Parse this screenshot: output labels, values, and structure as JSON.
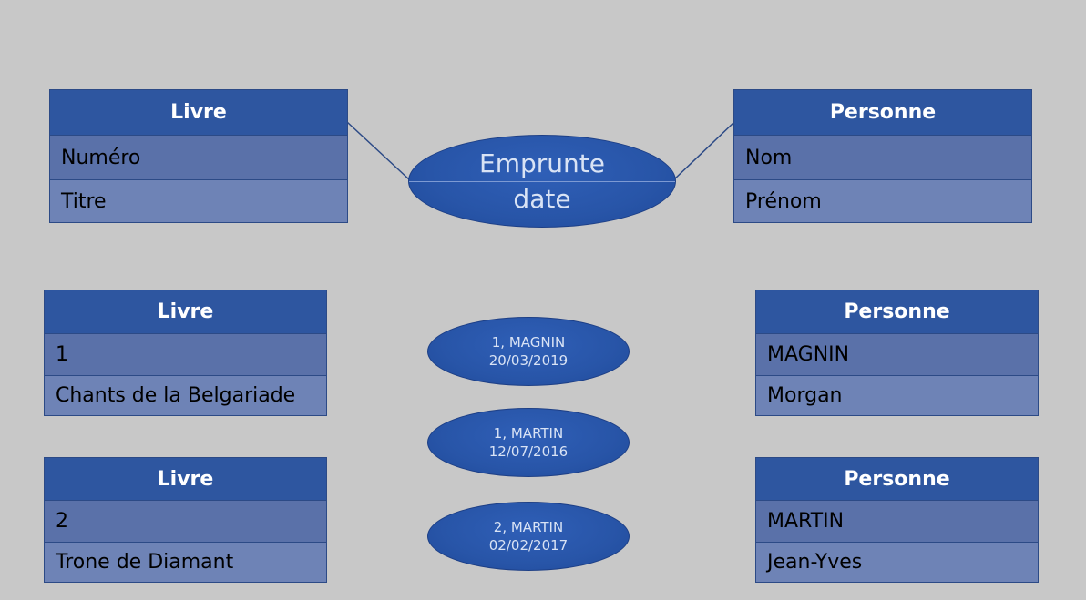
{
  "schema": {
    "livre": {
      "title": "Livre",
      "fields": [
        "Numéro",
        "Titre"
      ]
    },
    "relation": {
      "name": "Emprunte",
      "attribute": "date"
    },
    "personne": {
      "title": "Personne",
      "fields": [
        "Nom",
        "Prénom"
      ]
    }
  },
  "instances": {
    "livres": [
      {
        "title": "Livre",
        "numero": "1",
        "titre": "Chants de la Belgariade"
      },
      {
        "title": "Livre",
        "numero": "2",
        "titre": "Trone de Diamant"
      }
    ],
    "emprunts": [
      {
        "key": "1, MAGNIN",
        "date": "20/03/2019"
      },
      {
        "key": "1, MARTIN",
        "date": "12/07/2016"
      },
      {
        "key": "2, MARTIN",
        "date": "02/02/2017"
      }
    ],
    "personnes": [
      {
        "title": "Personne",
        "nom": "MAGNIN",
        "prenom": "Morgan"
      },
      {
        "title": "Personne",
        "nom": "MARTIN",
        "prenom": "Jean-Yves"
      }
    ]
  }
}
